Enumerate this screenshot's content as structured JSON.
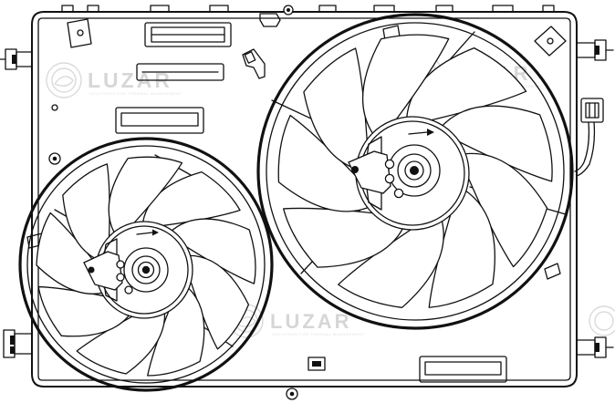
{
  "image": {
    "subject": "twin electric radiator cooling fan assembly line drawing",
    "fans": 2,
    "blades_per_fan": 9
  },
  "watermark": {
    "brand": "LUZAR",
    "tagline": "SOLUTIONS FOR THERMAL MANAGEMENT",
    "color": "#d6d6d6"
  },
  "colors": {
    "line": "#111111",
    "background": "#ffffff"
  }
}
